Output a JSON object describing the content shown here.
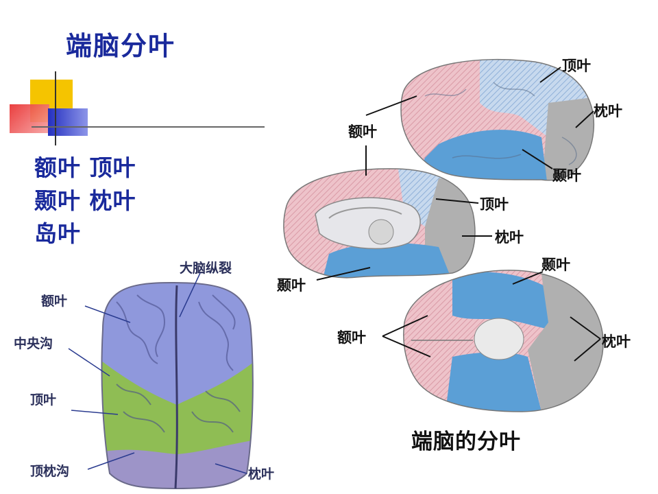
{
  "slide": {
    "title": "端脑分叶",
    "bullets": [
      "额叶 顶叶",
      "颞叶 枕叶",
      "岛叶"
    ]
  },
  "top_view": {
    "labels": {
      "longitudinal_fissure": "大脑纵裂",
      "frontal": "额叶",
      "central_sulcus": "中央沟",
      "parietal": "顶叶",
      "parieto_occipital_sulcus": "顶枕沟",
      "occipital": "枕叶"
    }
  },
  "lateral_view": {
    "labels": {
      "parietal": "顶叶",
      "occipital": "枕叶",
      "frontal": "额叶",
      "temporal": "颞叶"
    }
  },
  "medial_view": {
    "labels": {
      "parietal": "顶叶",
      "occipital": "枕叶",
      "temporal": "颞叶"
    }
  },
  "inferior_view": {
    "labels": {
      "temporal": "颞叶",
      "frontal": "额叶",
      "occipital": "枕叶"
    }
  },
  "caption": "端脑的分叶",
  "colors": {
    "title_blue": "#1a2a9c",
    "frontal_pink": "#e8b4bd",
    "parietal_blue_light": "#b9cfe8",
    "temporal_blue": "#5b9fd6",
    "occipital_gray": "#a9a9a9",
    "top_frontal_purple": "#8f98dc",
    "top_parietal_green": "#8fbd54",
    "top_occipital_violet": "#9d94c8"
  }
}
